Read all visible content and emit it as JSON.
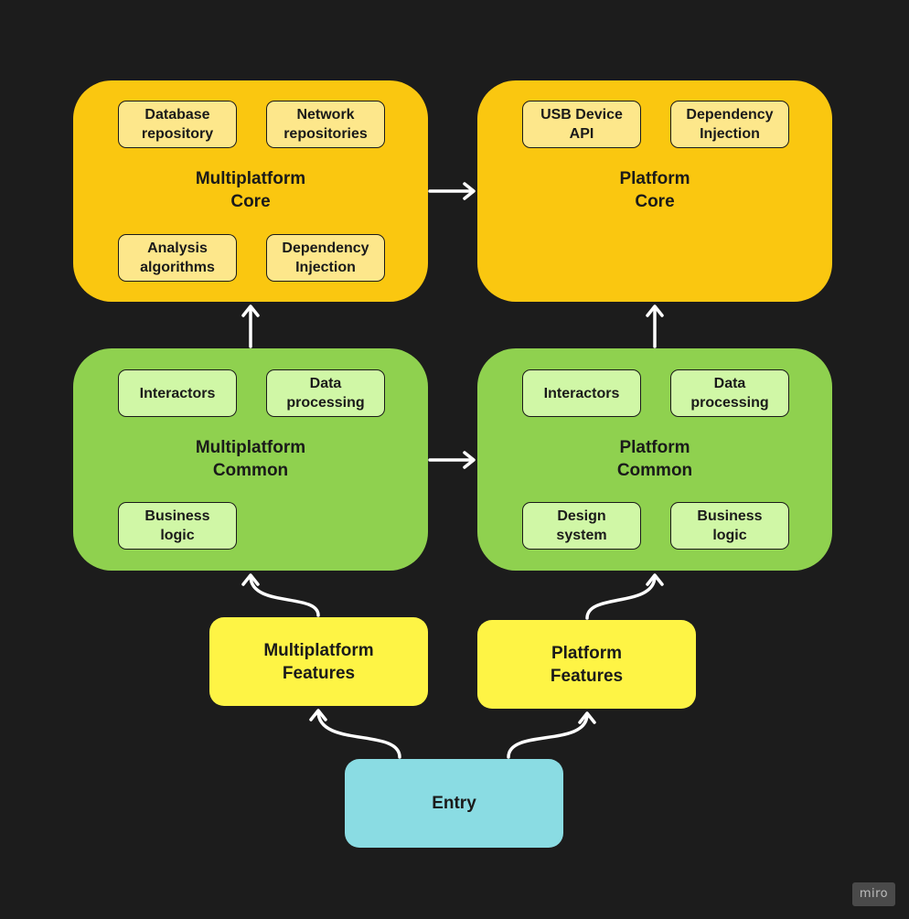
{
  "multiplatform_core": {
    "title": "Multiplatform\nCore",
    "chips": [
      "Database\nrepository",
      "Network\nrepositories",
      "Analysis\nalgorithms",
      "Dependency\nInjection"
    ]
  },
  "platform_core": {
    "title": "Platform\nCore",
    "chips": [
      "USB Device\nAPI",
      "Dependency\nInjection"
    ]
  },
  "multiplatform_common": {
    "title": "Multiplatform\nCommon",
    "chips": [
      "Interactors",
      "Data\nprocessing",
      "Business\nlogic"
    ]
  },
  "platform_common": {
    "title": "Platform\nCommon",
    "chips": [
      "Interactors",
      "Data\nprocessing",
      "Design\nsystem",
      "Business\nlogic"
    ]
  },
  "multiplatform_features": {
    "title": "Multiplatform\nFeatures"
  },
  "platform_features": {
    "title": "Platform\nFeatures"
  },
  "entry": {
    "title": "Entry"
  },
  "watermark": "miro",
  "colors": {
    "background": "#1c1c1c",
    "core": "#fac710",
    "core_chip": "#fde78b",
    "common": "#8fd14f",
    "common_chip": "#d0f7a6",
    "features": "#fef445",
    "entry": "#8adce3",
    "arrow": "#ffffff"
  }
}
